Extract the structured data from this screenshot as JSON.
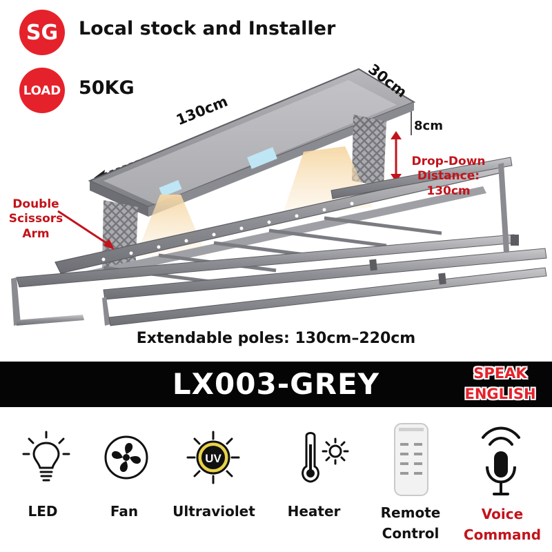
{
  "badges": [
    {
      "icon_text": "SG",
      "text": "Local stock and Installer"
    },
    {
      "icon_text": "LOAD",
      "text": "50KG"
    }
  ],
  "dimensions": {
    "length": "130cm",
    "depth": "30cm",
    "height": "8cm",
    "drop_down_line1": "Drop-Down",
    "drop_down_line2": "Distance:",
    "drop_down_line3": "130cm"
  },
  "scissor_label": {
    "line1": "Double",
    "line2": "Scissors",
    "line3": "Arm"
  },
  "extendable": "Extendable poles: 130cm–220cm",
  "banner": {
    "model": "LX003-GREY",
    "speak_line1": "SPEAK",
    "speak_line2": "ENGLISH"
  },
  "features": [
    {
      "icon": "lightbulb-icon",
      "label_line1": "LED",
      "label_line2": ""
    },
    {
      "icon": "fan-icon",
      "label_line1": "Fan",
      "label_line2": ""
    },
    {
      "icon": "uv-icon",
      "icon_text": "UV",
      "label_line1": "Ultraviolet",
      "label_line2": ""
    },
    {
      "icon": "thermometer-sun-icon",
      "label_line1": "Heater",
      "label_line2": ""
    },
    {
      "icon": "remote-control-icon",
      "label_line1": "Remote",
      "label_line2": "Control"
    },
    {
      "icon": "voice-microphone-icon",
      "label_line1": "Voice",
      "label_line2": "Command"
    }
  ],
  "colors": {
    "accent_red": "#e5222b",
    "label_red": "#c3131b",
    "banner_black": "#050505",
    "uv_yellow": "#e9d24a"
  }
}
